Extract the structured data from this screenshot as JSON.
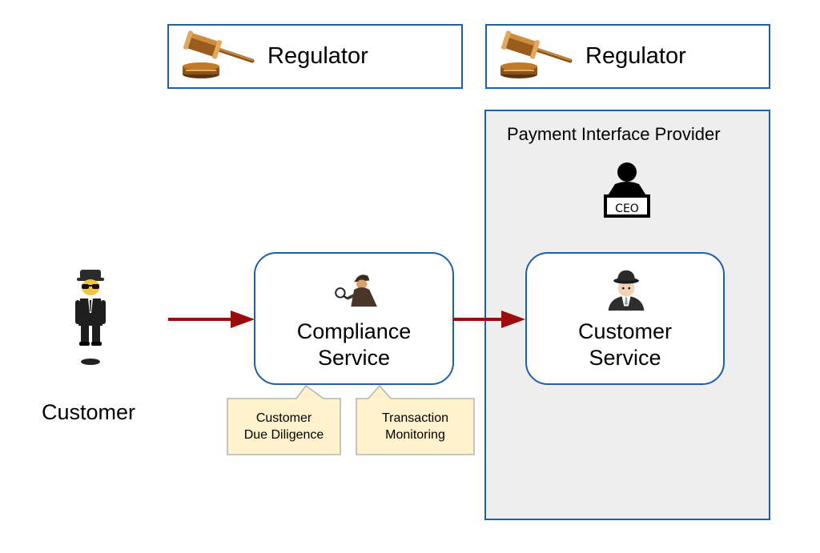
{
  "regulators": [
    {
      "label": "Regulator"
    },
    {
      "label": "Regulator"
    }
  ],
  "customer": {
    "label": "Customer",
    "icon": "man-in-suit-levitating-icon"
  },
  "compliance_service": {
    "line1": "Compliance",
    "line2": "Service",
    "icon": "detective-icon"
  },
  "callouts": [
    {
      "line1": "Customer",
      "line2": "Due Diligence"
    },
    {
      "line1": "Transaction",
      "line2": "Monitoring"
    }
  ],
  "payment_interface_provider": {
    "title": "Payment Interface Provider",
    "ceo_icon_label": "CEO",
    "customer_service": {
      "line1": "Customer",
      "line2": "Service",
      "icon": "bowler-hat-agent-icon"
    }
  },
  "colors": {
    "box_border": "#1f5ea8",
    "arrow": "#9b0d0d",
    "pip_fill": "#eeeeee",
    "callout_fill": "#fff2cc",
    "callout_border": "#a8a8a8"
  }
}
